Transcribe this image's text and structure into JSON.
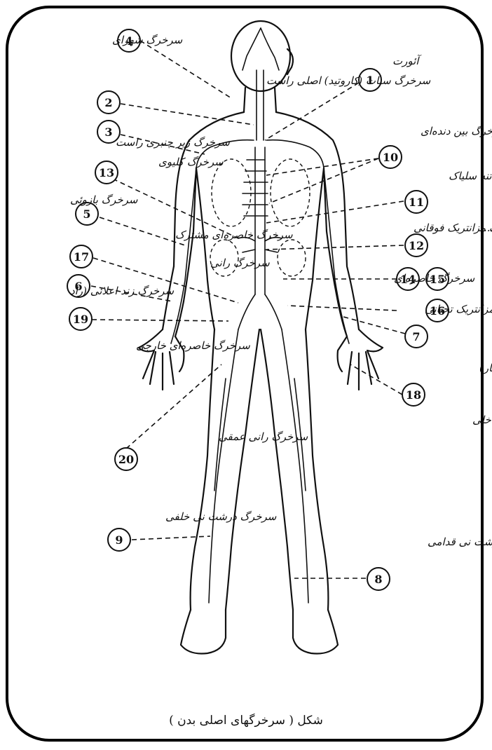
{
  "caption": "شکل ( سرخرگهای اصلی بدن )",
  "callouts": [
    {
      "num": "1",
      "label": "آئورت"
    },
    {
      "num": "2",
      "label": ""
    },
    {
      "num": "3",
      "label": "سرخرگ زیر چنبری راست"
    },
    {
      "num": "4",
      "label": "سرخرگ شهرای"
    },
    {
      "num": "5",
      "label": "سرخرگ بازوئی"
    },
    {
      "num": "6",
      "label": "سرخرگ زند اعلائی (راد"
    },
    {
      "num": "7",
      "label": ""
    },
    {
      "num": "8",
      "label": "سرخرگ درشت نی قدامی"
    },
    {
      "num": "9",
      "label": "سرخرگ درشت نی خلفی"
    },
    {
      "num": "10",
      "label": "سرخرگ بین دنده‌ای"
    },
    {
      "num": "11",
      "label": "تنه سلیاک"
    },
    {
      "num": "12",
      "label": "سرخرگ مزانتریک فوقانی"
    },
    {
      "num": "13",
      "label": "سرخرگ کلیوی"
    },
    {
      "num": "14",
      "label": "سرخرگ خاصره‌ای"
    },
    {
      "num": "15",
      "label": "سرخرگ ..."
    },
    {
      "num": "16",
      "label": "سرخرگ مزانتریک تحتانی"
    },
    {
      "num": "17",
      "label": "سرخرگ خاصره‌ای مشترک"
    },
    {
      "num": "18",
      "label": "سرخرگ زند اسفلی (اولنار)"
    },
    {
      "num": "19",
      "label": "سرخرگ خاصره‌ای خارجی"
    },
    {
      "num": "20",
      "label": "سرخرگ رانی عمقی"
    }
  ],
  "extra_labels": {
    "carotid": "سرخرگ سبات (کاروتید) اصلی راست",
    "int_iliac": "سرخرگ خاصره‌ای داخلی",
    "femoral": "سرخرگ رانی"
  }
}
